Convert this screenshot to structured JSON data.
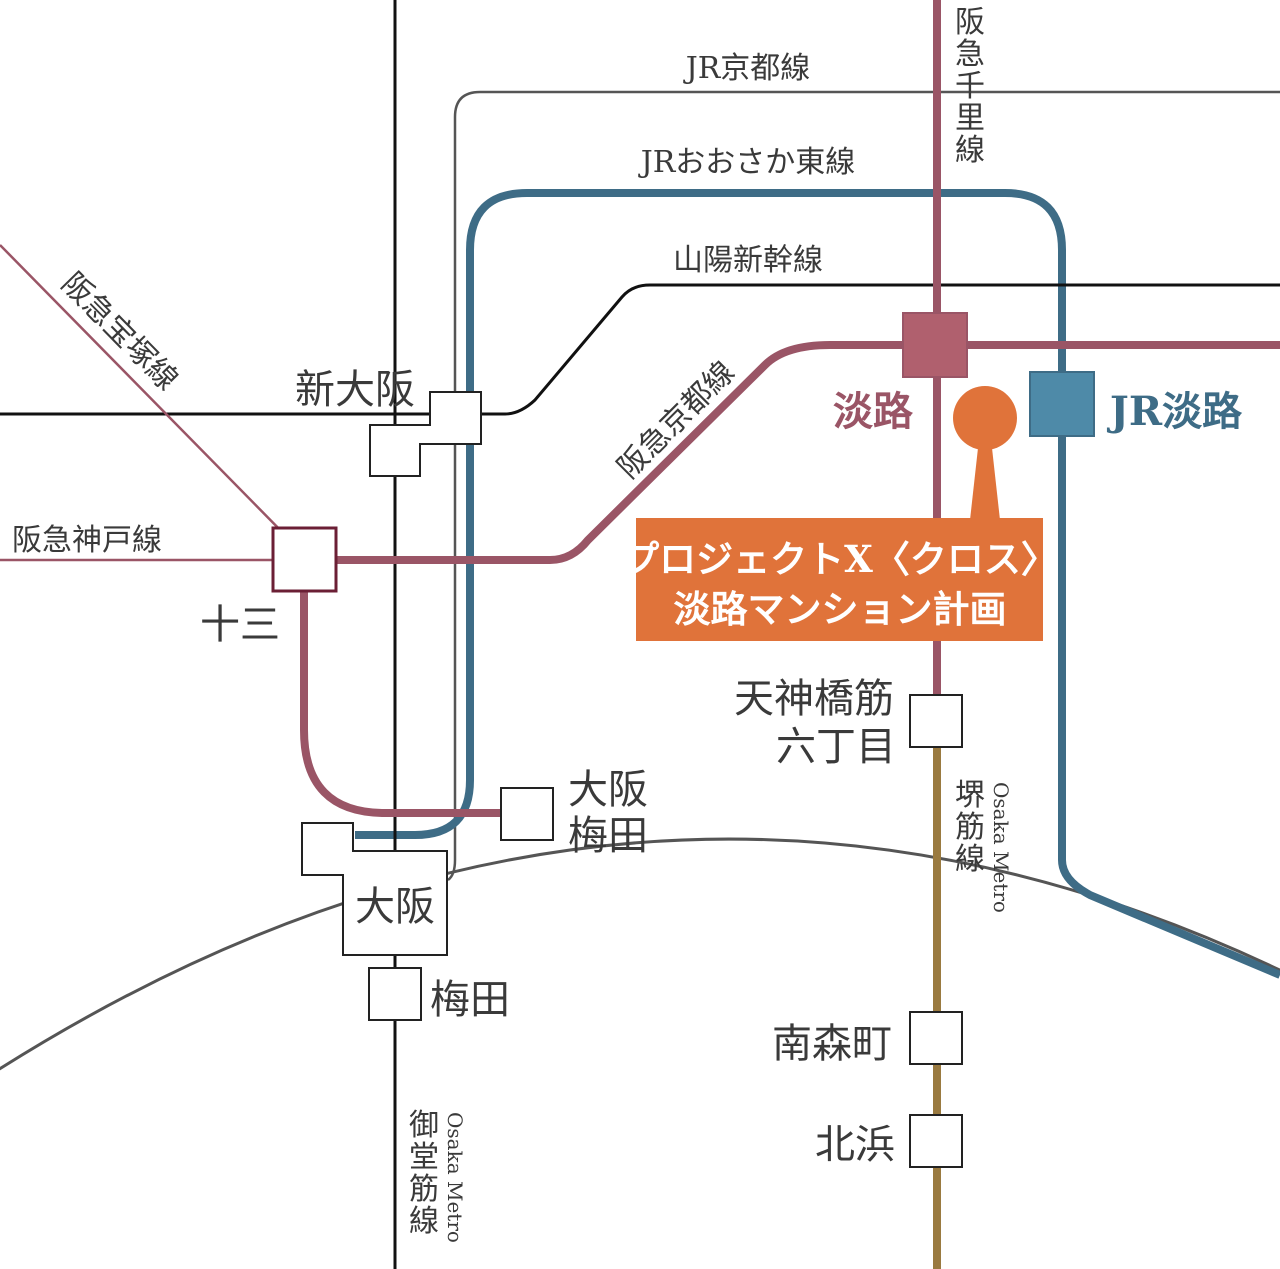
{
  "colors": {
    "hankyu": "#9a5566",
    "hankyu_station": "#b0606e",
    "jr_osaka_higashi": "#3e6c86",
    "jr_awaji_station": "#4e8aa8",
    "sakaisuji": "#9a7a40",
    "black_line": "#111111",
    "gray_line": "#555555",
    "project": "#e0733a",
    "text": "#3a3a3a",
    "white": "#ffffff"
  },
  "lines": {
    "jr_kyoto": "JR京都線",
    "jr_osaka_higashi": "JRおおさか東線",
    "sanyo_shinkansen": "山陽新幹線",
    "hankyu_senri": [
      "阪",
      "急",
      "千",
      "里",
      "線"
    ],
    "hankyu_takarazuka": "阪急宝塚線",
    "hankyu_kyoto": "阪急京都線",
    "hankyu_kobe": "阪急神戸線",
    "sakaisuji": [
      "堺",
      "筋",
      "線"
    ],
    "sakaisuji_en": "Osaka Metro",
    "midosuji": [
      "御",
      "堂",
      "筋",
      "線"
    ],
    "midosuji_en": "Osaka Metro"
  },
  "stations": {
    "shin_osaka": "新大阪",
    "juso": "十三",
    "awaji": "淡路",
    "jr_awaji": "JR淡路",
    "tenjinbashisuji_1": "天神橋筋",
    "tenjinbashisuji_2": "六丁目",
    "osaka_umeda_1": "大阪",
    "osaka_umeda_2": "梅田",
    "osaka": "大阪",
    "umeda": "梅田",
    "minami_morimachi": "南森町",
    "kitahama": "北浜"
  },
  "project": {
    "line1": "プロジェクトX〈クロス〉",
    "line2": "淡路マンション計画"
  }
}
